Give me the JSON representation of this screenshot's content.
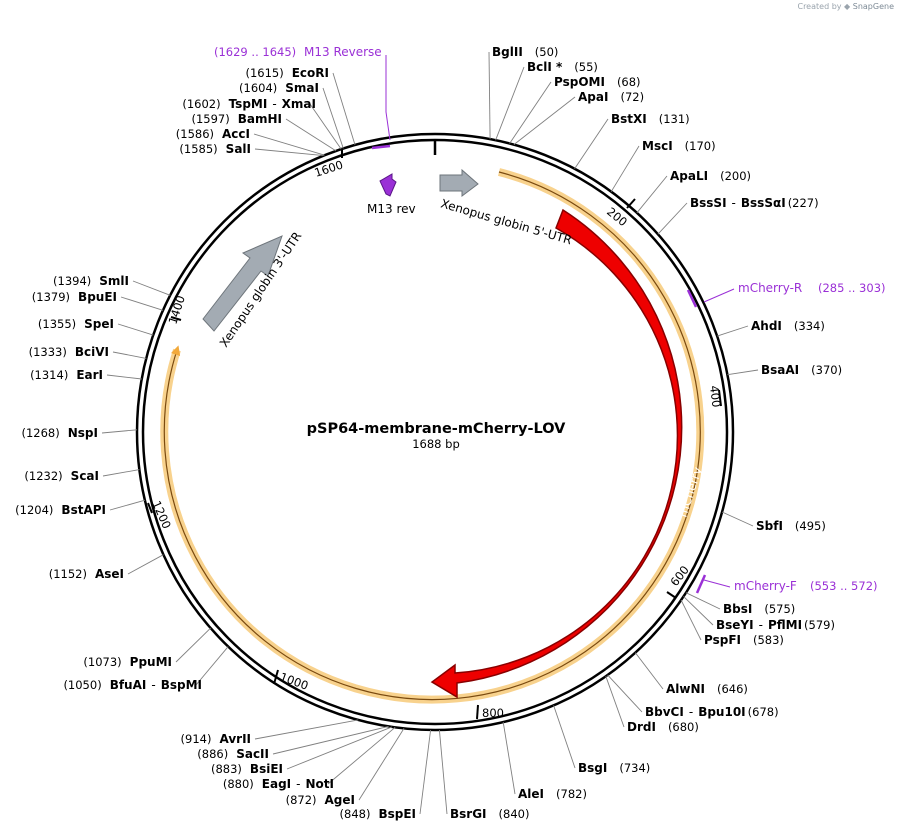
{
  "credit": {
    "prefix": "Created by",
    "brand": "SnapGene"
  },
  "plasmid": {
    "name": "pSP64-membrane-mCherry-LOV",
    "length_label": "1688 bp",
    "length": 1688
  },
  "colors": {
    "primer": "#9a30d6",
    "mcherry": "#ee0000",
    "gray_feature": "#a3abb3",
    "orf": "#f5c068"
  },
  "ticks": [
    "200",
    "400",
    "600",
    "800",
    "1000",
    "1200",
    "1400",
    "1600"
  ],
  "features": [
    {
      "label": "Xenopus globin 5'-UTR"
    },
    {
      "label": "mCherry"
    },
    {
      "label": "Xenopus globin 3'-UTR"
    },
    {
      "label": "M13 rev"
    }
  ],
  "primers": [
    {
      "name": "M13 Reverse",
      "range": "(1629 .. 1645)"
    },
    {
      "name": "mCherry-R",
      "range": "(285 .. 303)"
    },
    {
      "name": "mCherry-F",
      "range": "(553 .. 572)"
    }
  ],
  "enzymes_right": [
    {
      "name": "BglII",
      "pos": "(50)"
    },
    {
      "name": "BclI *",
      "pos": "(55)"
    },
    {
      "name": "PspOMI",
      "pos": "(68)"
    },
    {
      "name": "ApaI",
      "pos": "(72)"
    },
    {
      "name": "BstXI",
      "pos": "(131)"
    },
    {
      "name": "MscI",
      "pos": "(170)"
    },
    {
      "name": "ApaLI",
      "pos": "(200)"
    },
    {
      "name": "BssSI - BssSαI",
      "pos": "(227)"
    },
    {
      "name": "AhdI",
      "pos": "(334)"
    },
    {
      "name": "BsaAI",
      "pos": "(370)"
    },
    {
      "name": "SbfI",
      "pos": "(495)"
    },
    {
      "name": "BbsI",
      "pos": "(575)"
    },
    {
      "name": "BseYI - PflMI",
      "pos": "(579)"
    },
    {
      "name": "PspFI",
      "pos": "(583)"
    },
    {
      "name": "AlwNI",
      "pos": "(646)"
    },
    {
      "name": "BbvCI - Bpu10I",
      "pos": "(678)"
    },
    {
      "name": "DrdI",
      "pos": "(680)"
    },
    {
      "name": "BsgI",
      "pos": "(734)"
    },
    {
      "name": "AleI",
      "pos": "(782)"
    },
    {
      "name": "BsrGI",
      "pos": "(840)"
    }
  ],
  "enzymes_left": [
    {
      "name": "EcoRI",
      "pos": "(1615)"
    },
    {
      "name": "SmaI",
      "pos": "(1604)"
    },
    {
      "name": "TspMI - XmaI",
      "pos": "(1602)"
    },
    {
      "name": "BamHI",
      "pos": "(1597)"
    },
    {
      "name": "AccI",
      "pos": "(1586)"
    },
    {
      "name": "SalI",
      "pos": "(1585)"
    },
    {
      "name": "SmlI",
      "pos": "(1394)"
    },
    {
      "name": "BpuEI",
      "pos": "(1379)"
    },
    {
      "name": "SpeI",
      "pos": "(1355)"
    },
    {
      "name": "BciVI",
      "pos": "(1333)"
    },
    {
      "name": "EarI",
      "pos": "(1314)"
    },
    {
      "name": "NspI",
      "pos": "(1268)"
    },
    {
      "name": "ScaI",
      "pos": "(1232)"
    },
    {
      "name": "BstAPI",
      "pos": "(1204)"
    },
    {
      "name": "AseI",
      "pos": "(1152)"
    },
    {
      "name": "PpuMI",
      "pos": "(1073)"
    },
    {
      "name": "BfuAI - BspMI",
      "pos": "(1050)"
    },
    {
      "name": "AvrII",
      "pos": "(914)"
    },
    {
      "name": "SacII",
      "pos": "(886)"
    },
    {
      "name": "BsiEI",
      "pos": "(883)"
    },
    {
      "name": "EagI - NotI",
      "pos": "(880)"
    },
    {
      "name": "AgeI",
      "pos": "(872)"
    },
    {
      "name": "BspEI",
      "pos": "(848)"
    }
  ]
}
